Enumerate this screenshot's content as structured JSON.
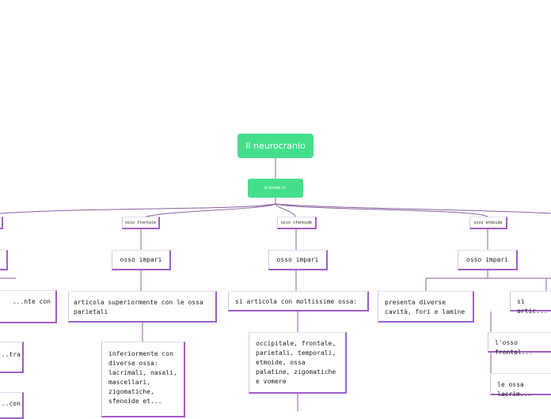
{
  "root": {
    "title": "Il neurocranio"
  },
  "divider": {
    "label": "si divide in:"
  },
  "bones": {
    "frontale": "osso frontale",
    "sfenoide": "osso sfenoide",
    "etmoide": "osso etmoide"
  },
  "frontale": {
    "impari": "osso impari",
    "sup": "articola superiormente con le ossa parietali",
    "inf": "inferiormente con diverse ossa: lacrimali, nasali, mascellari, zigomatiche, sfenoide et..."
  },
  "sfenoide": {
    "impari": "osso impari",
    "art": "si articola con moltissime ossa:",
    "list": "occipitale, frontale, parietali, temporali, etmoide, ossa palatine, zigomatiche e vomere"
  },
  "etmoide": {
    "impari": "osso impari",
    "cav": "presenta diverse cavità, fori e lamine",
    "art": "si artic...",
    "front": "l'osso frontal...",
    "lacr": "le ossa lacrim..."
  },
  "left": {
    "impari": "",
    "text1": "...nte con",
    "text2": "...tra",
    "text3": "...con"
  },
  "colors": {
    "accent_green": "#45df8c",
    "border_purple": "#a15cc9",
    "line": "#8a5fa3"
  }
}
